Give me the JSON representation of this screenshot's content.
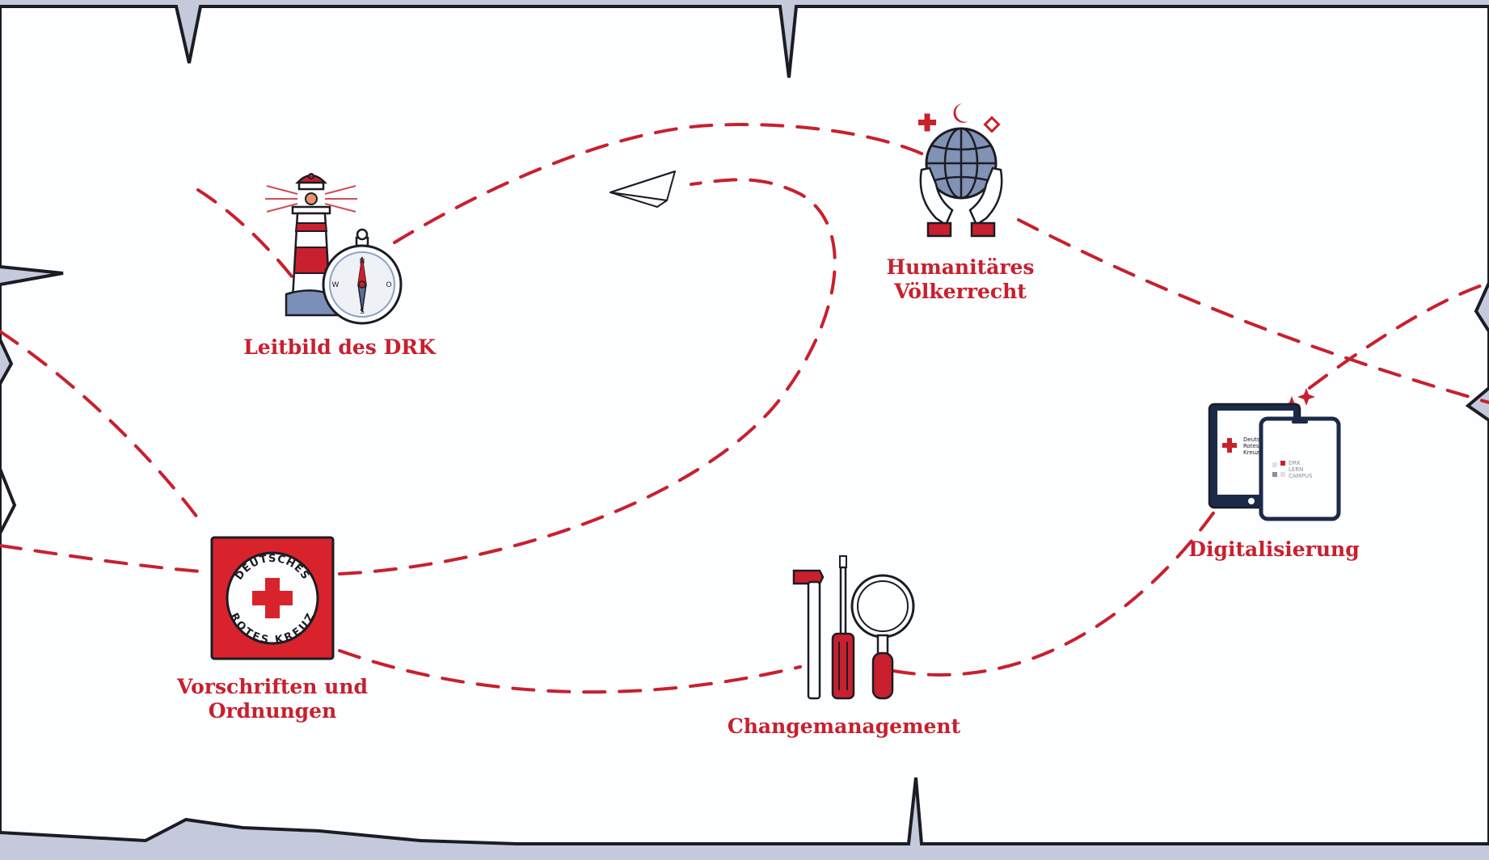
{
  "colors": {
    "accent": "#c8202e",
    "outline": "#1c1c24",
    "paper": "#fdfeff",
    "frame": "#c4cadb",
    "globe": "#8093b5"
  },
  "stations": [
    {
      "id": "leitbild",
      "icon": "lighthouse-compass-icon",
      "label_lines": [
        "Leitbild des DRK"
      ]
    },
    {
      "id": "voelkerrecht",
      "icon": "globe-in-hands-icon",
      "label_lines": [
        "Humanitäres",
        "Völkerrecht"
      ]
    },
    {
      "id": "vorschriften",
      "icon": "red-cross-logo-icon",
      "label_lines": [
        "Vorschriften und",
        "Ordnungen"
      ],
      "logo_text": {
        "top": "DEUTSCHES",
        "bottom": "ROTES KREUZ"
      }
    },
    {
      "id": "changemanagement",
      "icon": "tools-icon",
      "label_lines": [
        "Changemanagement"
      ]
    },
    {
      "id": "digitalisierung",
      "icon": "tablet-phone-icon",
      "label_lines": [
        "Digitalisierung"
      ],
      "device_text": {
        "tablet": [
          "Deutsches",
          "Rotes",
          "Kreuz"
        ],
        "phone": [
          "DRK",
          "LERN",
          "CAMPUS"
        ]
      }
    }
  ],
  "compass_letters": {
    "n": "N",
    "s": "S",
    "w": "W",
    "o": "O"
  },
  "decorations": {
    "plane": "paper-plane-icon"
  }
}
